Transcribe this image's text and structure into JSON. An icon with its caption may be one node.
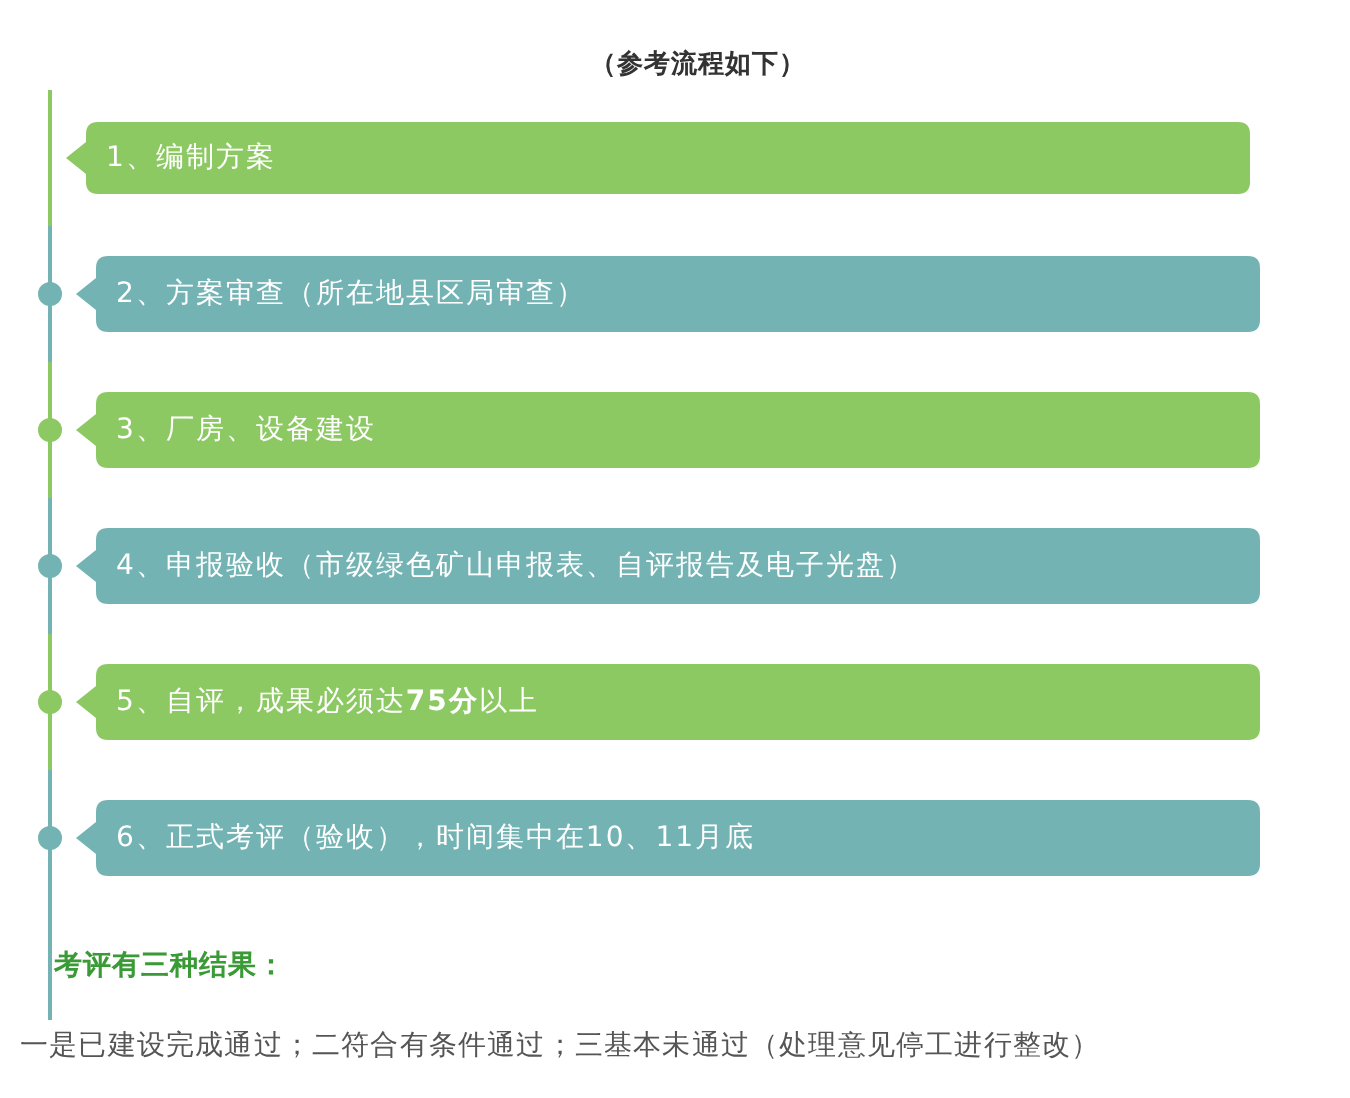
{
  "diagram": {
    "title": "（参考流程如下）",
    "nodes": [
      {
        "text": [
          "1、编制方案"
        ]
      },
      {
        "text": [
          "2、方案审查（所在地县区局审查）"
        ]
      },
      {
        "text": [
          "3、厂房、设备建设"
        ]
      },
      {
        "text": [
          "4、申报验收（市级绿色矿山申报表、自评报告及电子光盘）"
        ]
      },
      {
        "text": [
          "5、自评，成果必须达**75分**以上"
        ]
      },
      {
        "text": [
          "6、正式考评（验收），时间集中在10、11月底"
        ]
      }
    ],
    "labels": [
      "考评有三种结果：",
      "一是已建设完成通过；二符合有条件通过；三基本未通过（处理意见停工进行整改）"
    ]
  }
}
